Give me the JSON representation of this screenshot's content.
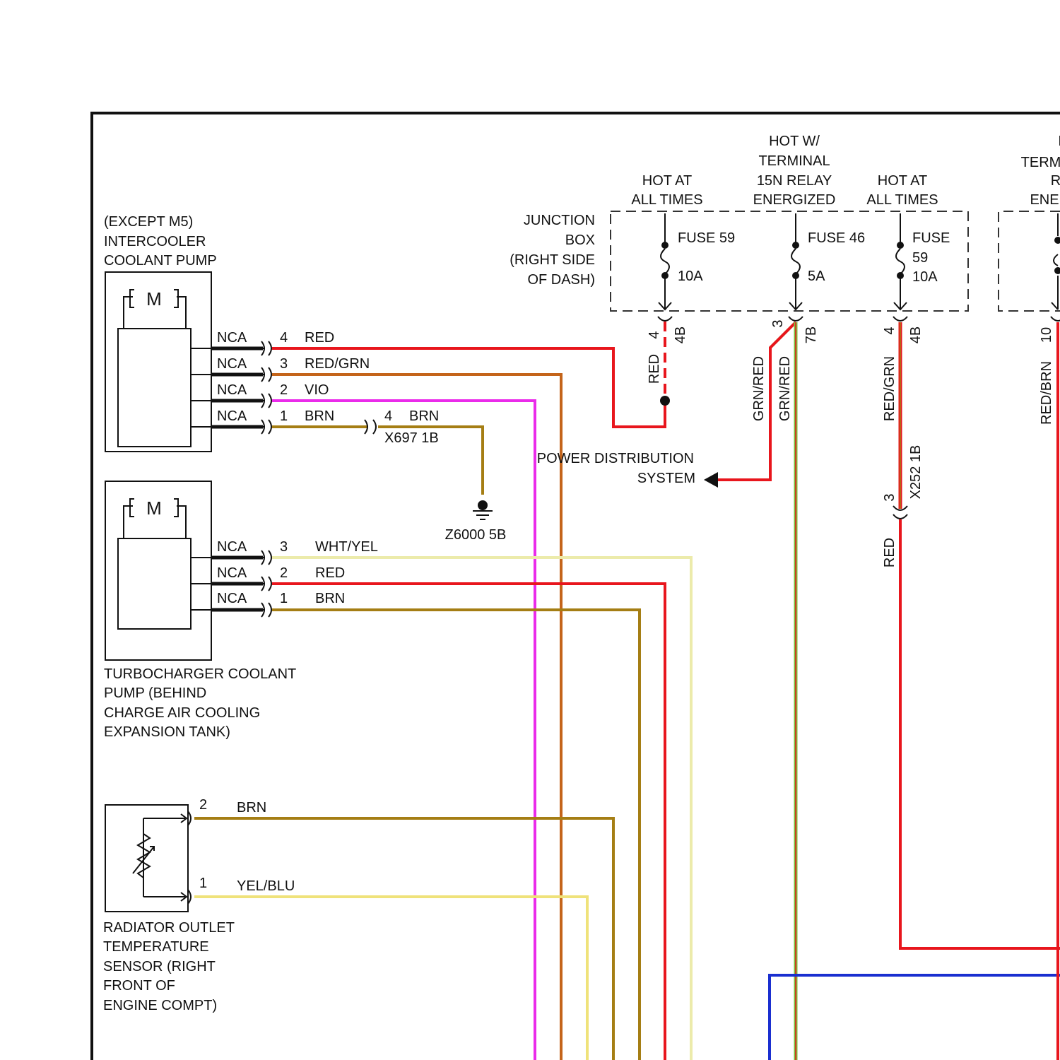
{
  "colors": {
    "RED": "#e8161d",
    "BRN": "#a57e14",
    "VIO": "#ea2bea",
    "WHT_YEL": "#ecebab",
    "YEL_BLU": "#efe27a",
    "GRN": "#7bc23c",
    "BLU": "#1a2fd0",
    "BLACK": "#111111"
  },
  "intercooler_pump": {
    "title": [
      "(EXCEPT M5)",
      "INTERCOOLER",
      "COOLANT PUMP"
    ],
    "motor": "M",
    "pins": [
      {
        "nca": "NCA",
        "num": "4",
        "wire": "RED"
      },
      {
        "nca": "NCA",
        "num": "3",
        "wire": "RED/GRN"
      },
      {
        "nca": "NCA",
        "num": "2",
        "wire": "VIO"
      },
      {
        "nca": "NCA",
        "num": "1",
        "wire": "BRN"
      }
    ]
  },
  "connector_x697": {
    "pin": "4",
    "wire": "BRN",
    "label": "X697 1B"
  },
  "ground": {
    "label": "Z6000 5B"
  },
  "turbo_pump": {
    "title": [
      "TURBOCHARGER COOLANT",
      "PUMP (BEHIND",
      "CHARGE AIR COOLING",
      "EXPANSION TANK)"
    ],
    "motor": "M",
    "pins": [
      {
        "nca": "NCA",
        "num": "3",
        "wire": "WHT/YEL"
      },
      {
        "nca": "NCA",
        "num": "2",
        "wire": "RED"
      },
      {
        "nca": "NCA",
        "num": "1",
        "wire": "BRN"
      }
    ]
  },
  "radiator_sensor": {
    "title": [
      "RADIATOR OUTLET",
      "TEMPERATURE",
      "SENSOR (RIGHT",
      "FRONT OF",
      "ENGINE COMPT)"
    ],
    "pins": [
      {
        "num": "2",
        "wire": "BRN"
      },
      {
        "num": "1",
        "wire": "YEL/BLU"
      }
    ]
  },
  "junction_box": {
    "title": [
      "JUNCTION",
      "BOX",
      "(RIGHT SIDE",
      "OF DASH)"
    ],
    "headers": [
      [
        "HOT AT",
        "ALL TIMES"
      ],
      [
        "HOT W/",
        "TERMINAL",
        "15N RELAY",
        "ENERGIZED"
      ],
      [
        "HOT AT",
        "ALL TIMES"
      ]
    ],
    "fuses": [
      {
        "name": [
          "FUSE 59"
        ],
        "rating": "10A"
      },
      {
        "name": [
          "FUSE 46"
        ],
        "rating": "5A"
      },
      {
        "name": [
          "FUSE",
          "59"
        ],
        "rating": "10A"
      }
    ],
    "terminals": [
      {
        "pin": "4",
        "conn": "4B",
        "wire": "RED"
      },
      {
        "pin": "3",
        "conn": "7B",
        "wire_a": "GRN/RED",
        "wire_b": "GRN/RED"
      },
      {
        "pin": "4",
        "conn": "4B",
        "wire": "RED/GRN"
      }
    ]
  },
  "connector_x252": {
    "label": "X252 1B",
    "pin": "3",
    "wire": "RED"
  },
  "power_distribution": [
    "POWER DISTRIBUTION",
    "SYSTEM"
  ],
  "right_cut": {
    "header": [
      "I",
      "TERM",
      "R",
      "ENE"
    ],
    "pin": "10",
    "wire": "RED/BRN"
  }
}
